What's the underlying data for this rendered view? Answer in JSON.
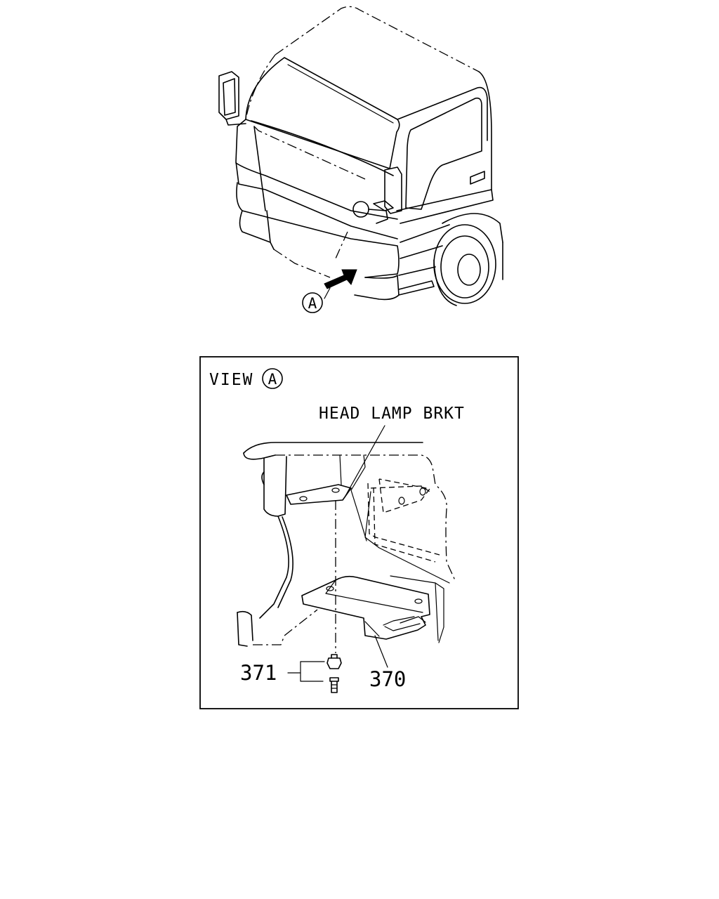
{
  "callouts": {
    "view_marker": "A",
    "view_label": "VIEW",
    "view_letter": "A"
  },
  "labels": {
    "head_lamp_brkt": "HEAD LAMP BRKT",
    "part_370": "370",
    "part_371": "371"
  }
}
